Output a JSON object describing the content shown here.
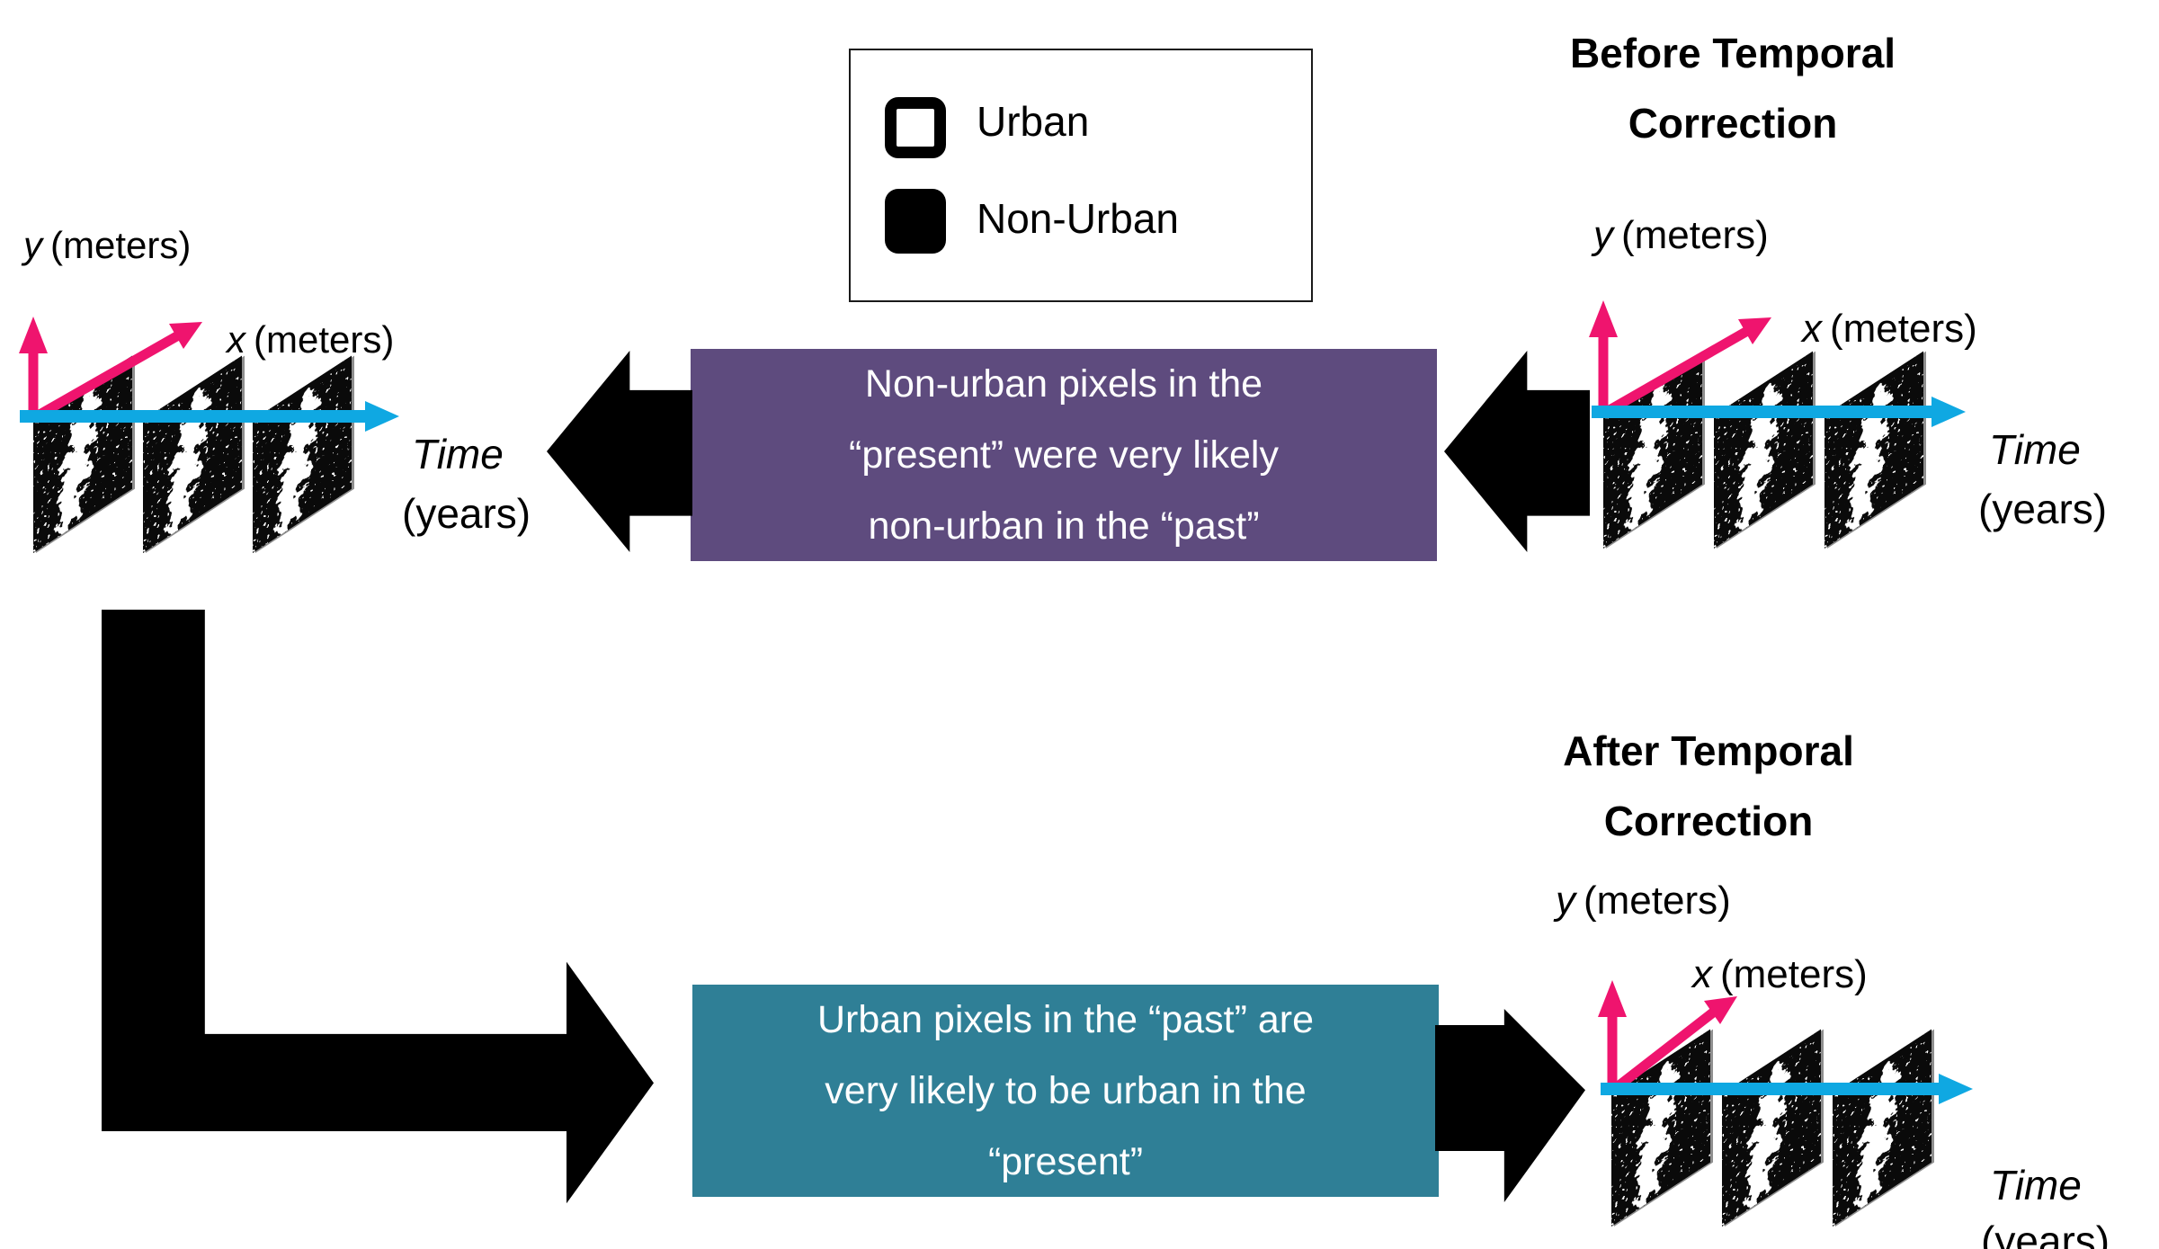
{
  "colors": {
    "background": "#ffffff",
    "axis_pink": "#EF146E",
    "axis_cyan": "#0FA8E2",
    "backward_box_purple": "#5E4B7E",
    "forward_box_teal": "#2F7F96",
    "arrow_black": "#000000"
  },
  "legend": {
    "items": [
      {
        "label": "Urban",
        "swatch": "white square with black outline"
      },
      {
        "label": "Non-Urban",
        "swatch": "solid black square"
      }
    ]
  },
  "headers": {
    "before_line1": "Before Temporal",
    "before_line2": "Correction",
    "after_line1": "After Temporal",
    "after_line2": "Correction"
  },
  "flow": {
    "backward_rule": {
      "line1": "Non-urban pixels in the",
      "line2": "“present” were very likely",
      "line3": "non-urban in the “past”"
    },
    "forward_rule": {
      "line1": "Urban pixels in the “past” are",
      "line2": "very likely  to be urban in the",
      "line3": "“present”"
    }
  },
  "axes": {
    "y_var": "y",
    "y_unit": "(meters)",
    "x_var": "x",
    "x_unit": "(meters)",
    "time_var": "Time",
    "time_unit": "(years)"
  }
}
